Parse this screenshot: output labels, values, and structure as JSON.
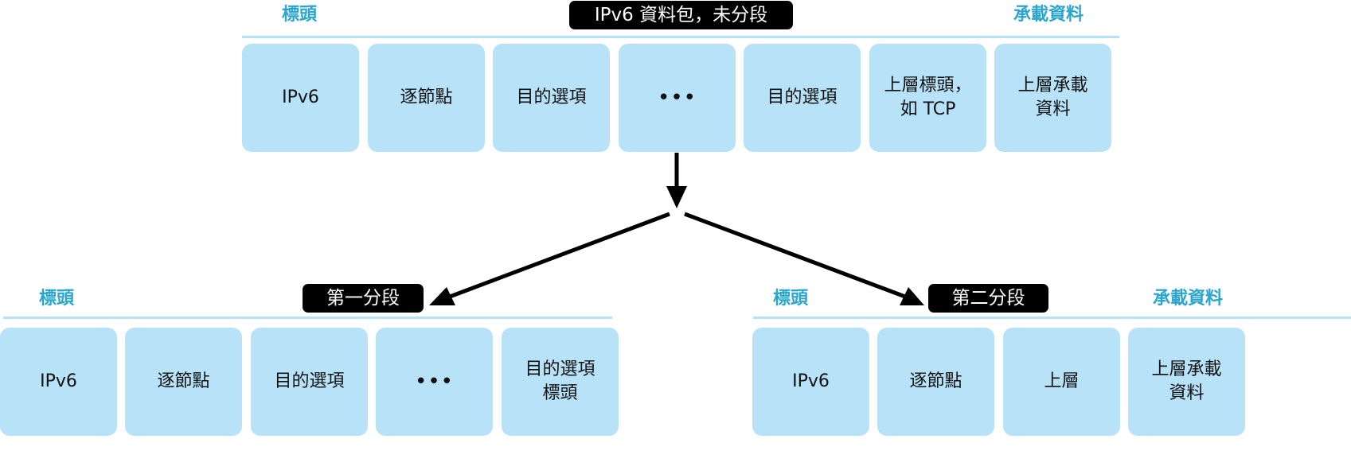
{
  "colors": {
    "label": "#2aa6cc",
    "box": "#b7e2f8",
    "rule": "#b5e2f8",
    "pill": "#000000"
  },
  "top": {
    "title": "IPv6 資料包，未分段",
    "header_label": "標頭",
    "payload_label": "承載資料",
    "boxes": [
      "IPv6",
      "逐節點",
      "目的選項",
      "•••",
      "目的選項",
      "上層標頭，\n如 TCP",
      "上層承載\n資料"
    ]
  },
  "first_fragment": {
    "title": "第一分段",
    "header_label": "標頭",
    "boxes": [
      "IPv6",
      "逐節點",
      "目的選項",
      "•••",
      "目的選項\n標頭"
    ]
  },
  "second_fragment": {
    "title": "第二分段",
    "header_label": "標頭",
    "payload_label": "承載資料",
    "boxes": [
      "IPv6",
      "逐節點",
      "上層",
      "上層承載\n資料"
    ]
  }
}
